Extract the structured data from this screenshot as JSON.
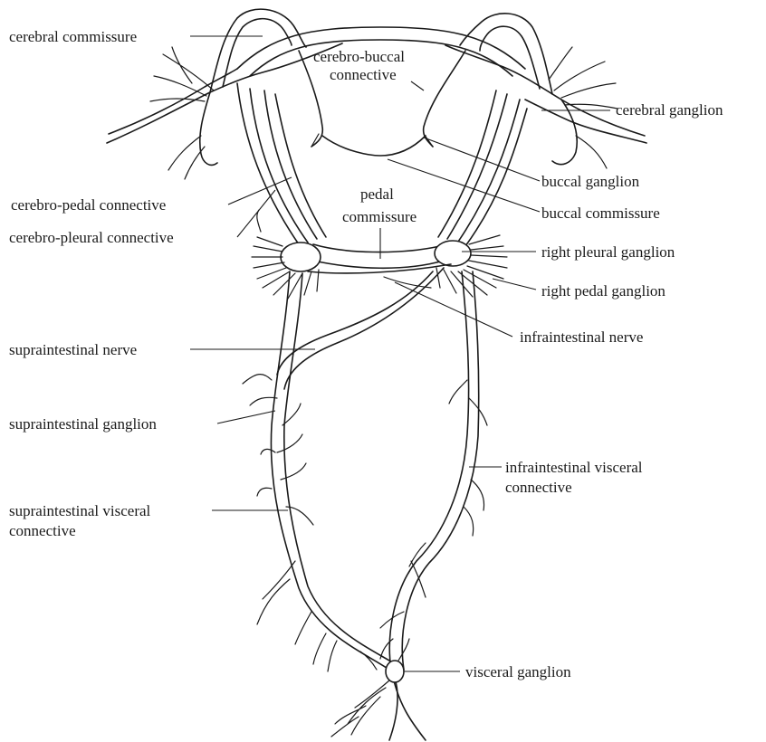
{
  "labels": {
    "cerebral_commissure": "cerebral commissure",
    "cerebro_buccal_connective_1": "cerebro-buccal",
    "cerebro_buccal_connective_2": "connective",
    "cerebral_ganglion": "cerebral ganglion",
    "buccal_ganglion": "buccal ganglion",
    "buccal_commissure": "buccal commissure",
    "cerebro_pedal_connective": "cerebro-pedal connective",
    "pedal_commissure_1": "pedal",
    "pedal_commissure_2": "commissure",
    "cerebro_pleural_connective": "cerebro-pleural connective",
    "right_pleural_ganglion": "right pleural ganglion",
    "right_pedal_ganglion": "right pedal ganglion",
    "supraintestinal_nerve": "supraintestinal nerve",
    "infraintestinal_nerve": "infraintestinal nerve",
    "supraintestinal_ganglion": "supraintestinal ganglion",
    "infraintestinal_visceral_connective_1": "infraintestinal visceral",
    "infraintestinal_visceral_connective_2": "connective",
    "supraintestinal_visceral_connective_1": "supraintestinal visceral",
    "supraintestinal_visceral_connective_2": "connective",
    "visceral_ganglion": "visceral ganglion"
  }
}
